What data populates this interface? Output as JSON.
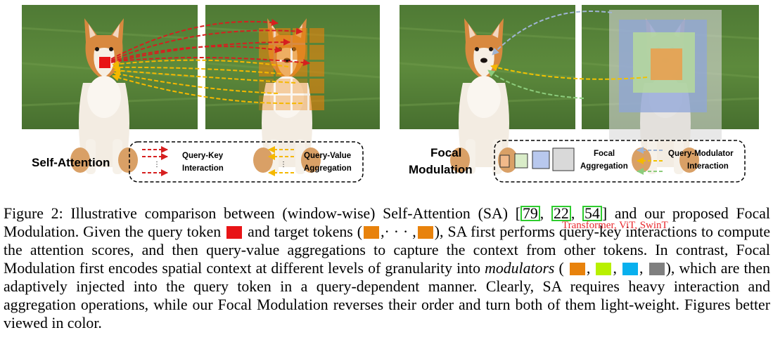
{
  "figure": {
    "self_attention": {
      "title": "Self-Attention",
      "legend": {
        "query_key": [
          "Query-Key",
          "Interaction"
        ],
        "query_value": [
          "Query-Value",
          "Aggregation"
        ]
      }
    },
    "focal_modulation": {
      "title": [
        "Focal",
        "Modulation"
      ],
      "legend": {
        "focal_aggregation": [
          "Focal",
          "Aggregation"
        ],
        "query_modulator": [
          "Query-Modulator",
          "Interaction"
        ]
      }
    },
    "colors": {
      "query": "#e81416",
      "target": "#e8820c",
      "modulator_orange": "#e8820c",
      "modulator_lime": "#b8f000",
      "modulator_cyan": "#09b0ee",
      "modulator_gray": "#7f7f7f",
      "sa_arrow_qk": "#d61f1f",
      "sa_arrow_qv": "#f5b800",
      "fm_arrow_1": "#9fb4d4",
      "fm_arrow_2": "#f2c200",
      "fm_arrow_3": "#8ccc7c"
    }
  },
  "caption": {
    "label": "Figure 2:",
    "s1": "Illustrative comparison between (window-wise) Self-Attention (SA) [",
    "refs": [
      "79",
      "22",
      "54"
    ],
    "s2": "] and our proposed Focal Modulation. Given the query token",
    "s3": "and target tokens (",
    "s3b": ",· · · ,",
    "s4": "), SA first performs query-key interactions to compute the attention scores, and then query-value aggregations to capture the context from other tokens. In contrast, Focal Modulation first encodes spatial context at different levels of granularity into",
    "italic": "modulators",
    "s5": "(",
    "s6": "), which are then adaptively injected into the query token in a query-dependent manner. Clearly, SA requires heavy interaction and aggregation operations, while our Focal Modulation reverses their order and turn both of them light-weight. Figures better viewed in color.",
    "ref_note": "Transformer, ViT, SwinT"
  }
}
